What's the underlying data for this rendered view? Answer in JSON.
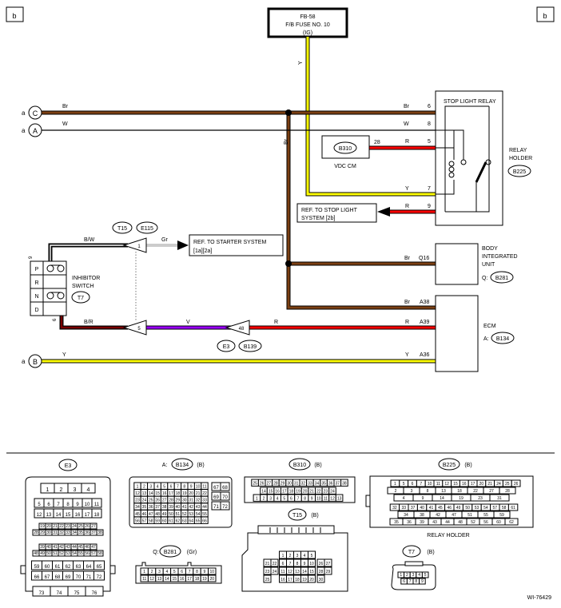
{
  "corner_labels": {
    "top_left": "b",
    "top_right": "b"
  },
  "fuse": {
    "line1": "FB-58",
    "line2": "F/B FUSE NO. 10",
    "line3": "(IG)"
  },
  "wire_colors": {
    "Br": "#7b3f12",
    "Y": "#ffff00",
    "R": "#ff0000",
    "V": "#9900ff",
    "W": "#000000",
    "Gr": "#cccccc",
    "BW": "#000000",
    "BR": "#7a0000"
  },
  "left_inputs": [
    {
      "prefix": "a",
      "letter": "C",
      "wire": "Br"
    },
    {
      "prefix": "a",
      "letter": "A",
      "wire": "W"
    },
    {
      "prefix": "a",
      "letter": "B",
      "wire": "Y"
    }
  ],
  "stop_light_relay": {
    "title": "STOP LIGHT RELAY",
    "holder_line1": "RELAY",
    "holder_line2": "HOLDER",
    "connector": "B225",
    "pins": [
      {
        "wire": "Br",
        "pin": "6"
      },
      {
        "wire": "W",
        "pin": "8"
      },
      {
        "wire": "R",
        "pin": "5"
      },
      {
        "wire": "Y",
        "pin": "7"
      },
      {
        "wire": "R",
        "pin": "9"
      }
    ]
  },
  "vdc_cm": {
    "connector": "B310",
    "label": "VDC CM",
    "pin": "28"
  },
  "ref_stop_light": {
    "line1": "REF. TO STOP LIGHT",
    "line2": "SYSTEM  [2b]"
  },
  "ref_starter": {
    "line1": "REF. TO STARTER SYSTEM",
    "line2": "[1a][2a]"
  },
  "body_unit": {
    "line1": "BODY",
    "line2": "INTEGRATED",
    "line3": "UNIT",
    "prefix": "Q:",
    "connector": "B281",
    "wire": "Br",
    "pin": "Q16"
  },
  "ecm": {
    "label": "ECM",
    "prefix": "A:",
    "connector": "B134",
    "pins": [
      {
        "wire": "Br",
        "pin": "A38"
      },
      {
        "wire": "R",
        "pin": "A39"
      },
      {
        "wire": "Y",
        "pin": "A36"
      }
    ]
  },
  "inhibitor_switch": {
    "line1": "INHIBITOR",
    "line2": "SWITCH",
    "connector": "T7",
    "positions": [
      "P",
      "R",
      "N",
      "D"
    ],
    "pin_top": "9",
    "pin_bottom": "6"
  },
  "connectors_mid": {
    "t15": "T15",
    "e115": "E115",
    "pin1": "1",
    "pin5": "5",
    "pin48": "48",
    "e3": "E3",
    "b139": "B139",
    "wire_bw": "B/W",
    "wire_gr": "Gr",
    "wire_br": "B/R",
    "wire_v": "V",
    "wire_r": "R",
    "wire_y_fuse": "Y",
    "wire_br_vert": "Br",
    "wire_y_bottom": "Y"
  },
  "footer_connectors": {
    "e3": {
      "name": "E3",
      "rows": [
        [
          "1",
          "2",
          "3",
          "4"
        ],
        [
          "5",
          "6",
          "7",
          "8",
          "9",
          "10",
          "11"
        ],
        [
          "12",
          "13",
          "14",
          "15",
          "16",
          "17",
          "18"
        ],
        [
          "19",
          "20",
          "21",
          "22",
          "23",
          "24",
          "25",
          "26",
          "27"
        ],
        [
          "28",
          "29",
          "30",
          "31",
          "32",
          "33",
          "34",
          "35",
          "36",
          "37",
          "38"
        ],
        [
          "39",
          "40",
          "41",
          "42",
          "43",
          "44",
          "45",
          "46",
          "47"
        ],
        [
          "48",
          "49",
          "50",
          "51",
          "52",
          "53",
          "54",
          "55",
          "56",
          "57",
          "58"
        ],
        [
          "59",
          "60",
          "61",
          "62",
          "63",
          "64",
          "65"
        ],
        [
          "66",
          "67",
          "68",
          "69",
          "70",
          "71",
          "72"
        ],
        [
          "73",
          "74",
          "75",
          "76"
        ]
      ]
    },
    "b134": {
      "prefix": "A:",
      "name": "B134",
      "suffix": "(B)",
      "rows": [
        [
          "1",
          "2",
          "3",
          "4",
          "5",
          "6",
          "7",
          "8",
          "9",
          "10",
          "11"
        ],
        [
          "12",
          "13",
          "14",
          "15",
          "16",
          "17",
          "18",
          "19",
          "20",
          "21",
          "22"
        ],
        [
          "23",
          "24",
          "25",
          "26",
          "27",
          "28",
          "29",
          "30",
          "31",
          "32",
          "33"
        ],
        [
          "34",
          "35",
          "36",
          "37",
          "38",
          "39",
          "40",
          "41",
          "42",
          "43",
          "44"
        ],
        [
          "45",
          "46",
          "47",
          "48",
          "49",
          "50",
          "51",
          "52",
          "53",
          "54",
          "55"
        ],
        [
          "56",
          "57",
          "58",
          "59",
          "60",
          "61",
          "62",
          "63",
          "64",
          "65",
          "66"
        ]
      ],
      "side": [
        [
          "67",
          "68"
        ],
        [
          "69",
          "70"
        ],
        [
          "71",
          "72"
        ]
      ]
    },
    "b310": {
      "name": "B310",
      "suffix": "(B)",
      "rows": [
        [
          "25",
          "26",
          "27",
          "28",
          "29",
          "30",
          "31",
          "32",
          "33",
          "34",
          "35",
          "36",
          "37",
          "38"
        ],
        [
          "14",
          "15",
          "16",
          "17",
          "18",
          "19",
          "20",
          "21",
          "22",
          "23",
          "24"
        ],
        [
          "1",
          "2",
          "3",
          "4",
          "5",
          "6",
          "7",
          "8",
          "9",
          "10",
          "11",
          "12",
          "13"
        ]
      ]
    },
    "b225": {
      "name": "B225",
      "suffix": "(B)",
      "caption": "RELAY HOLDER",
      "rows": [
        [
          "1",
          "5",
          "6",
          "7",
          "10",
          "11",
          "12",
          "15",
          "16",
          "17",
          "20",
          "21",
          "24",
          "25",
          "26"
        ],
        [
          "2",
          "3",
          "8",
          "13",
          "18",
          "22",
          "27",
          "28"
        ],
        [
          "4",
          "9",
          "14",
          "19",
          "23",
          "31"
        ],
        [
          "32",
          "33",
          "37",
          "40",
          "41",
          "45",
          "46",
          "49",
          "50",
          "53",
          "54",
          "57",
          "58",
          "61"
        ],
        [
          "34",
          "38",
          "42",
          "47",
          "51",
          "55",
          "59"
        ],
        [
          "35",
          "36",
          "39",
          "43",
          "44",
          "48",
          "52",
          "56",
          "60",
          "62"
        ]
      ]
    },
    "t15": {
      "name": "T15",
      "suffix": "(B)",
      "rows": [
        [
          "1",
          "2",
          "3",
          "4",
          "5"
        ],
        [
          "6",
          "7",
          "8",
          "9",
          "10"
        ],
        [
          "11",
          "12",
          "13",
          "14",
          "15"
        ],
        [
          "16",
          "17",
          "18",
          "19",
          "20"
        ]
      ],
      "left": [
        "21",
        "22",
        "23",
        "24",
        "25"
      ],
      "right": [
        "26",
        "27",
        "28",
        "29",
        "30"
      ]
    },
    "b281": {
      "prefix": "Q:",
      "name": "B281",
      "suffix": "(Gr)",
      "rows": [
        [
          "1",
          "2",
          "3",
          "4",
          "5",
          "6",
          "7",
          "8",
          "9",
          "10"
        ],
        [
          "11",
          "12",
          "13",
          "14",
          "15",
          "16",
          "17",
          "18",
          "19",
          "20"
        ]
      ]
    },
    "t7": {
      "name": "T7",
      "suffix": "(B)",
      "rows": [
        [
          "1",
          "2",
          "3",
          "4",
          "5"
        ],
        [
          "6",
          "7",
          "8",
          "9"
        ]
      ]
    }
  },
  "figure_id": "WI-76429"
}
